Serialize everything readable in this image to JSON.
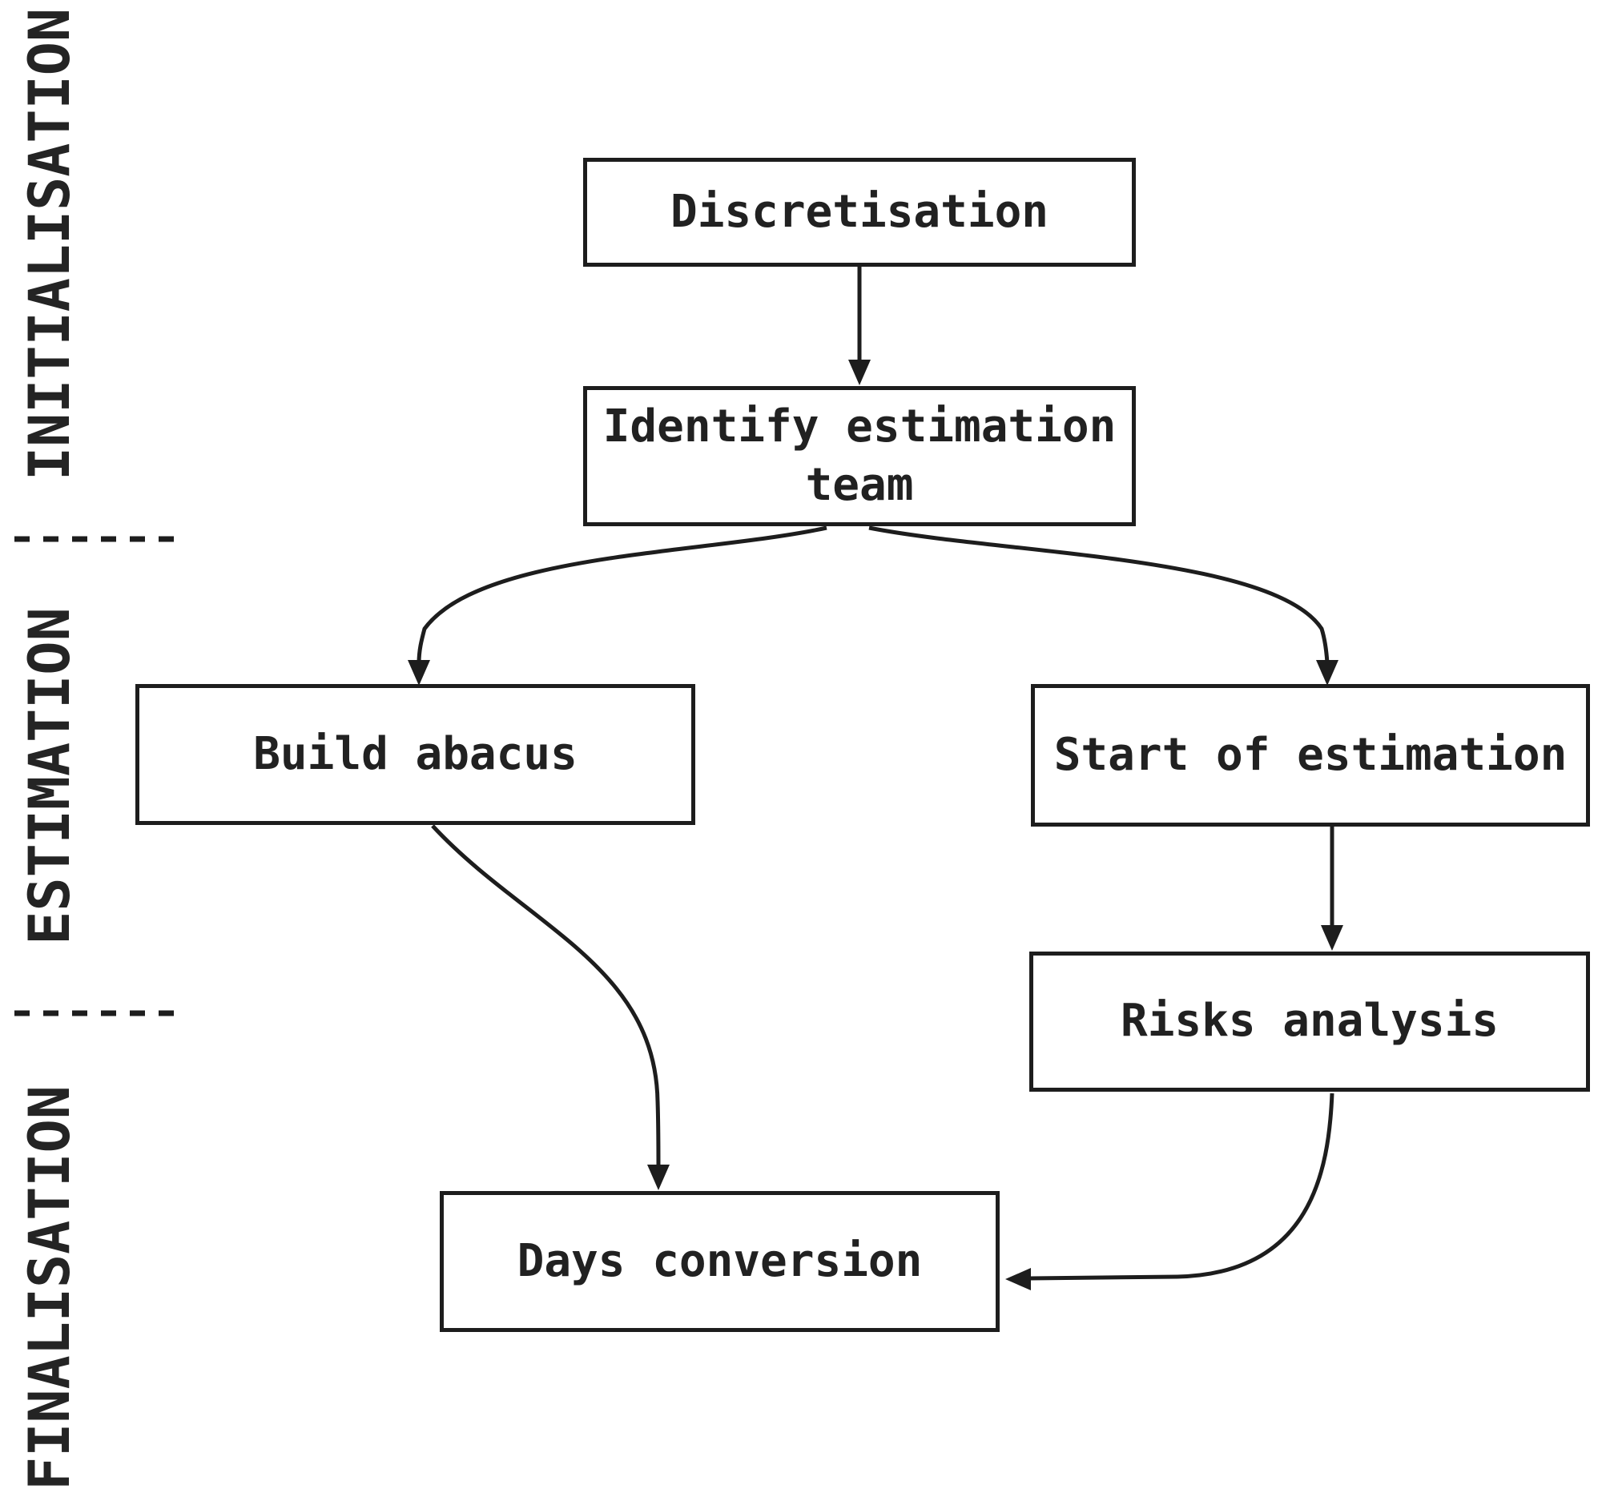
{
  "phases": [
    {
      "id": "initialisation",
      "label": "INITIALISATION",
      "separator_after": true
    },
    {
      "id": "estimation",
      "label": "ESTIMATION",
      "separator_after": true
    },
    {
      "id": "finalisation",
      "label": "FINALISATION",
      "separator_after": false
    }
  ],
  "nodes": [
    {
      "id": "discretisation",
      "label": "Discretisation",
      "phase": "initialisation"
    },
    {
      "id": "identify-team",
      "label": "Identify estimation team",
      "phase": "initialisation"
    },
    {
      "id": "build-abacus",
      "label": "Build abacus",
      "phase": "estimation"
    },
    {
      "id": "start-estimation",
      "label": "Start of estimation",
      "phase": "estimation"
    },
    {
      "id": "risks-analysis",
      "label": "Risks analysis",
      "phase": "estimation"
    },
    {
      "id": "days-conversion",
      "label": "Days conversion",
      "phase": "finalisation"
    }
  ],
  "edges": [
    {
      "from": "discretisation",
      "to": "identify-team"
    },
    {
      "from": "identify-team",
      "to": "build-abacus"
    },
    {
      "from": "identify-team",
      "to": "start-estimation"
    },
    {
      "from": "start-estimation",
      "to": "risks-analysis"
    },
    {
      "from": "risks-analysis",
      "to": "days-conversion"
    },
    {
      "from": "build-abacus",
      "to": "days-conversion"
    }
  ],
  "colors": {
    "background": "#ffffff",
    "line": "#1d1d1d",
    "text": "#212121",
    "node_fill": "#ffffff"
  }
}
